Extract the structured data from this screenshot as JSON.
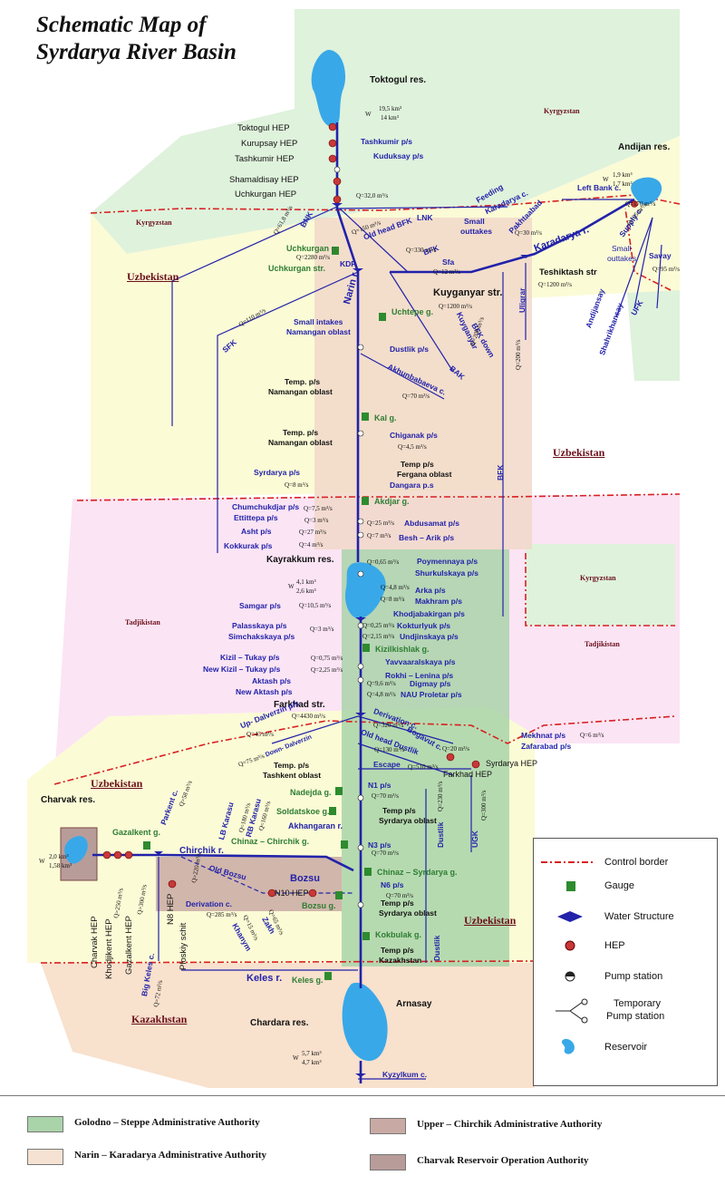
{
  "title_line1": "Schematic Map of",
  "title_line2": "Syrdarya River Basin",
  "countries": {
    "kyrgyzstan": "Kyrgyzstan",
    "uzbekistan": "Uzbekistan",
    "tadjikistan": "Tadjikistan",
    "kazakhstan": "Kazakhstan"
  },
  "reservoirs": {
    "toktogul": "Toktogul res.",
    "toktogul_w1": "19,5 km³",
    "toktogul_w2": "14 km³",
    "andijan": "Andijan res.",
    "andijan_w1": "1,9 km³",
    "andijan_w2": "1,7 km³",
    "kayrakkum": "Kayrakkum res.",
    "kayrakkum_w1": "4,1 km³",
    "kayrakkum_w2": "2,6 km³",
    "charvak": "Charvak res.",
    "charvak_w1": "2,0 km³",
    "charvak_w2": "1,58 km³",
    "chardara": "Chardara res.",
    "chardara_w1": "5,7 km³",
    "chardara_w2": "4,7 km³",
    "arnasay": "Arnasay",
    "w_prefix": "W"
  },
  "hep": {
    "toktogul": "Toktogul HEP",
    "kurupsay": "Kurupsay HEP",
    "tashkumir": "Tashkumir HEP",
    "shamaldisay": "Shamaldisay HEP",
    "uchkurgan": "Uchkurgan HEP",
    "charvak": "Charvak HEP",
    "khodjikent": "Khodjikent HEP",
    "gazalkent": "Gazalkent HEP",
    "n8": "N8 HEP",
    "n10": "N10 HEP",
    "farkhad": "Farkhad HEP",
    "syrdarya": "Syrdarya HEP"
  },
  "structures": {
    "uchkurgan": "Uchkurgan str.",
    "kuyganyar": "Kuyganyar str.",
    "teshiktash": "Teshiktash str",
    "farkhad": "Farkhad str.",
    "ploskiy_schit": "Ploskiy schit"
  },
  "gauges": {
    "uchkurgan": "Uchkurgan g.",
    "uchtepe": "Uchtepe g.",
    "kal": "Kal g.",
    "akdjar": "Akdjar g.",
    "kizilkishlak": "Kizilkishlak g.",
    "nadejda": "Nadejda g.",
    "soldatskoe": "Soldatskoe g.",
    "gazalkent": "Gazalkent g.",
    "chinaz_chirchik": "Chinaz – Chirchik g.",
    "chinaz_syrdarya": "Chinaz – Syrdarya g.",
    "bozsu": "Bozsu g.",
    "kokbulak": "Kokbulak g.",
    "keles": "Keles g."
  },
  "pumps": {
    "tashkumir": "Tashkumir p/s",
    "kuduksay": "Kuduksay p/s",
    "dustlik": "Dustlik p/s",
    "chiganak": "Chiganak p/s",
    "syrdarya": "Syrdarya p/s",
    "dangara": "Dangara p.s",
    "chumchukdjar": "Chumchukdjar p/s",
    "ettittepa": "Ettittepa p/s",
    "asht": "Asht p/s",
    "kokkurak": "Kokkurak p/s",
    "abdusamat": "Abdusamat p/s",
    "besh_arik": "Besh – Arik p/s",
    "poymennaya": "Poymennaya p/s",
    "shurkulskaya": "Shurkulskaya p/s",
    "arka": "Arka p/s",
    "makhram": "Makhram p/s",
    "khodjabakirgan": "Khodjabakirgan p/s",
    "samgar": "Samgar p/s",
    "palasskaya": "Palasskaya p/s",
    "simchakskaya": "Simchakskaya p/s",
    "kokturlyuk": "Kokturlyuk p/s",
    "undjinskaya": "Undjinskaya p/s",
    "yavvaaralskaya": "Yavvaaralskaya p/s",
    "kizil_tukay": "Kizil – Tukay p/s",
    "new_kizil_tukay": "New Kizil – Tukay p/s",
    "rokhi_lenina": "Rokhi – Lenina p/s",
    "aktash": "Aktash p/s",
    "new_aktash": "New Aktash p/s",
    "digmay": "Digmay p/s",
    "nau_proletar": "NAU Proletar p/s",
    "mekhnat": "Mekhnat p/s",
    "zafarabad": "Zafarabad p/s",
    "n1": "N1 p/s",
    "n3": "N3 p/s",
    "n6": "N6 p/s",
    "up_dalverzin": "Up- Dalverzin p/s"
  },
  "temp_pumps": {
    "namangan1_a": "Temp. p/s",
    "namangan1_b": "Namangan oblast",
    "namangan2_a": "Temp. p/s",
    "namangan2_b": "Namangan oblast",
    "fergana_a": "Temp p/s",
    "fergana_b": "Fergana oblast",
    "tashkent_a": "Temp. p/s",
    "tashkent_b": "Tashkent oblast",
    "syrdarya1_a": "Temp p/s",
    "syrdarya1_b": "Syrdarya oblast",
    "syrdarya2_a": "Temp p/s",
    "syrdarya2_b": "Syrdarya oblast",
    "kazakhstan_a": "Temp p/s",
    "kazakhstan_b": "Kazakhstan"
  },
  "canals": {
    "bnk": "BNK",
    "lnk": "LNK",
    "sfk": "SFK",
    "kdp": "KDP",
    "old_head_bfk": "Old head BFK",
    "bfk": "BFK",
    "bfk_down": "BFK down",
    "bfk_vertical": "BFK",
    "bak": "BAK",
    "ugk": "UGK",
    "ufk": "UFK",
    "sfa": "Sfa",
    "left_bank": "Left Bank c.",
    "feeding": "Feeding",
    "karadarya_c": "Karadarya c.",
    "pakhtaabad": "Pakhtaabad",
    "supply": "Supply c.",
    "savay": "Savay",
    "andijansay": "Andijansay",
    "shahrikhansay": "Shahrikhansay",
    "kuyganyar": "Kuyganyar",
    "uligrar": "Uligrar",
    "akhunbabaeva": "Akhunbabaeva c.",
    "derivation_farkhad": "Derivation c.",
    "old_head_dustlik": "Old head Dustlik",
    "dustlik": "Dustlik",
    "dustlik2": "Dustlik",
    "bogavut": "Bogavut c.",
    "escape": "Escape",
    "down_dalverzin": "Down- Dalverzin",
    "derivation_chirchik": "Derivation c.",
    "parkent": "Parkent c.",
    "lb_karasu": "LB Karasu",
    "rb_karasu": "RB Karasu",
    "old_bozsu": "Old Bozsu",
    "bozsu": "Bozsu",
    "khanym": "Khanym",
    "zakh": "Zakh",
    "big_keles": "Big Keles c.",
    "kyzylkum": "Kyzylkum c.",
    "small_outtakes1": "Small",
    "small_outtakes1b": "outtakes",
    "small_outtakes2": "Small",
    "small_outtakes2b": "outtakes",
    "small_intakes1": "Small intakes",
    "small_intakes2": "Namangan oblast"
  },
  "rivers": {
    "narin": "Narin r.",
    "karadarya": "Karadarya r.",
    "chirchik": "Chirchik r.",
    "akhangaran": "Akhangaran r.",
    "keles": "Keles r."
  },
  "flows": {
    "q_uchkurgan": "Q=32,0 m³/s",
    "q_bnk": "Q=61,8 m³/s",
    "q_old_bfk": "Q=150 m³/s",
    "q_kdp": "Q=2280 m³/s",
    "q_bfk": "Q=330 m³/s",
    "q_sfa": "Q=12 m³/s",
    "q_sfk": "Q=110 m³/s",
    "q_left_bank": "Q=170 m³/s",
    "q_feeding": "Q=30 m³/s",
    "q_supply": "Q=35 m³/s",
    "q_savay": "Q=95 m³/s",
    "q_teshiktash": "Q=1200 m³/s",
    "q_kuyganyar": "Q=1200 m³/s",
    "q_bfk_down": "Q=200 m³/s",
    "q_bfk_vert": "Q=200 m³/s",
    "q_akhun": "Q=70 m³/s",
    "q_chiganak": "Q=4,5 m³/s",
    "q_syrdarya": "Q=8 m³/s",
    "q_chumchuk": "Q=7,5 m³/s",
    "q_ettittepa": "Q=3 m³/s",
    "q_asht": "Q=27 m³/s",
    "q_kokkurak": "Q=4 m³/s",
    "q_abdusamat": "Q=25 m³/s",
    "q_besh": "Q=7 m³/s",
    "q_poymen": "Q=0,65 m³/s",
    "q_arka": "Q=4,8 m³/s",
    "q_makhram": "Q=8 m³/s",
    "q_samgar": "Q=10,5 m³/s",
    "q_palass": "Q=3 m³/s",
    "q_koktur": "Q=0,25 m³/s",
    "q_undjin": "Q=2,15 m³/s",
    "q_kizil": "Q=0,75 m³/s",
    "q_new_kizil": "Q=2,25 m³/s",
    "q_digmay": "Q=9,6 m³/s",
    "q_nau": "Q=4,8 m³/s",
    "q_farkhad": "Q=4430 m³/s",
    "q_up_dalv": "Q=43 m³/s",
    "q_down_dalv": "Q=75 m³/s",
    "q_derivation": "Q=320 m³/s",
    "q_dustlik_old": "Q=130 m³/s",
    "q_escape": "Q=510 m³/s",
    "q_bogavut": "Q=20 m³/s",
    "q_mekhnat": "Q=6 m³/s",
    "q_dustlik_vert": "Q=230 m³/s",
    "q_ugk": "Q=300 m³/s",
    "q_n1": "Q=70 m³/s",
    "q_n3": "Q=70 m³/s",
    "q_n6": "Q=70 m³/s",
    "q_parkent": "Q=58 m³/s",
    "q_lb_karasu": "Q=180 m³/s",
    "q_rb_karasu": "Q=160 m³/s",
    "q_charvak_hep": "Q=250 m³/s",
    "q_gazalkent_hep": "Q=300 m³/s",
    "q_n8": "Q=220 m³/s",
    "q_derivation_chir": "Q=285 m³/s",
    "q_khanym": "Q=15 m³/s",
    "q_zakh": "Q=65 m³/s",
    "q_keles": "Q=72 m³/s"
  },
  "legend": {
    "control_border": "Control border",
    "gauge": "Gauge",
    "water_structure": "Water Structure",
    "hep": "HEP",
    "pump_station": "Pump station",
    "temporary_pump_station_1": "Temporary",
    "temporary_pump_station_2": "Pump station",
    "reservoir": "Reservoir"
  },
  "authorities": [
    {
      "label": "Golodno – Steppe Administrative Authority",
      "color": "#a9d3a9"
    },
    {
      "label": "Upper – Chirchik Administrative Authority",
      "color": "#c9a9a3"
    },
    {
      "label": "Narin – Karadarya Administrative Authority",
      "color": "#f6e2d2"
    },
    {
      "label": "Charvak Reservoir Operation Authority",
      "color": "#b89c9a"
    }
  ],
  "colors": {
    "river": "#2222aa",
    "water": "#39a8e8",
    "kyrgyz": "#dff2dc",
    "uzbek": "#fbfbd6",
    "tadjik": "#fbe4f4",
    "kazakh": "#f8e1cd",
    "border": "#d82020",
    "gauge": "#2e8b2e",
    "hep": "#c83838"
  }
}
